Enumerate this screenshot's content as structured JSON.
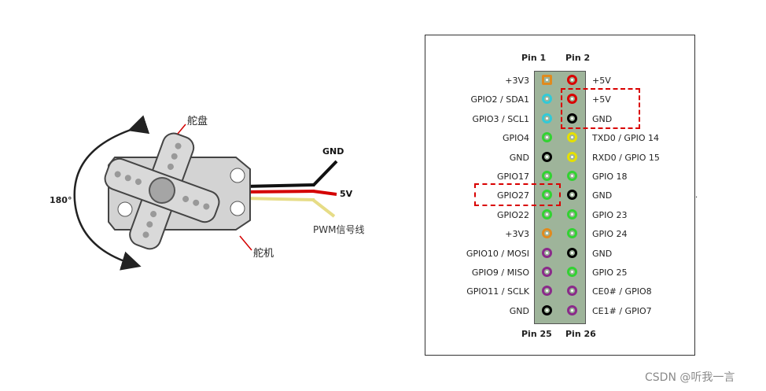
{
  "servo": {
    "angle_label": "180°",
    "horn_label": "舵盘",
    "servo_label": "舵机",
    "wires": [
      {
        "label": "GND",
        "color": "#111111"
      },
      {
        "label": "5V",
        "color": "#d40000"
      },
      {
        "label": "PWM信号线",
        "color": "#e6dc86"
      }
    ]
  },
  "gpio": {
    "header_left": "Pin 1",
    "header_right": "Pin 2",
    "footer_left": "Pin 25",
    "footer_right": "Pin 26",
    "body_color": "#9eb49a",
    "rows": [
      {
        "left": "+3V3",
        "right": "+5V",
        "left_color": "#e08a1e",
        "right_color": "#d90000",
        "left_square": true
      },
      {
        "left": "GPIO2 / SDA1",
        "right": "+5V",
        "left_color": "#33c9d6",
        "right_color": "#d90000"
      },
      {
        "left": "GPIO3 / SCL1",
        "right": "GND",
        "left_color": "#33c9d6",
        "right_color": "#000000"
      },
      {
        "left": "GPIO4",
        "right": "TXD0 / GPIO 14",
        "left_color": "#32d232",
        "right_color": "#e5e000"
      },
      {
        "left": "GND",
        "right": "RXD0 / GPIO 15",
        "left_color": "#000000",
        "right_color": "#e5e000"
      },
      {
        "left": "GPIO17",
        "right": "GPIO 18",
        "left_color": "#32d232",
        "right_color": "#32d232"
      },
      {
        "left": "GPIO27",
        "right": "GND",
        "left_color": "#32d232",
        "right_color": "#000000"
      },
      {
        "left": "GPIO22",
        "right": "GPIO 23",
        "left_color": "#32d232",
        "right_color": "#32d232"
      },
      {
        "left": "+3V3",
        "right": "GPIO 24",
        "left_color": "#e08a1e",
        "right_color": "#32d232"
      },
      {
        "left": "GPIO10 / MOSI",
        "right": "GND",
        "left_color": "#8a2a8a",
        "right_color": "#000000"
      },
      {
        "left": "GPIO9 / MISO",
        "right": "GPIO 25",
        "left_color": "#8a2a8a",
        "right_color": "#32d232"
      },
      {
        "left": "GPIO11 / SCLK",
        "right": "CE0# / GPIO8",
        "left_color": "#8a2a8a",
        "right_color": "#8a2a8a"
      },
      {
        "left": "GND",
        "right": "CE1# / GPIO7",
        "left_color": "#000000",
        "right_color": "#8a2a8a"
      }
    ],
    "highlight_color": "#d90000"
  },
  "stray_mark": ".",
  "watermark": "CSDN @听我一言"
}
